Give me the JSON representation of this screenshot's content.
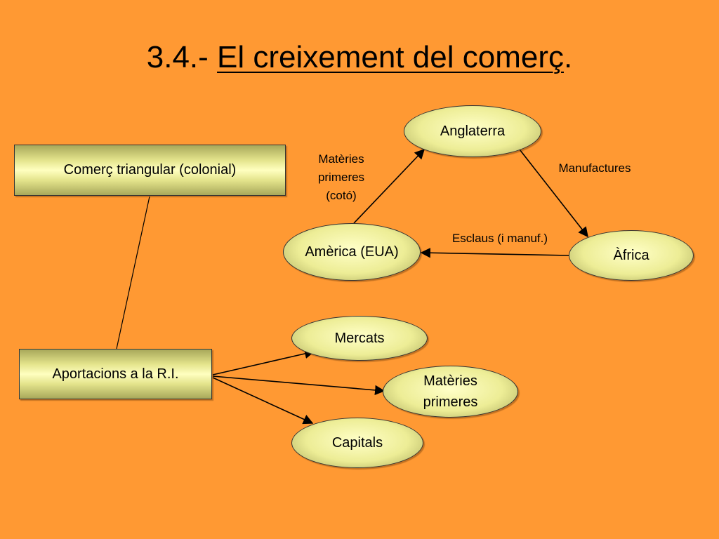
{
  "title": {
    "prefix": "3.4.- ",
    "main": "El creixement del comerç",
    "suffix": "."
  },
  "nodes": {
    "comerc_triangular": "Comerç triangular (colonial)",
    "aportacions": "Aportacions a la R.I.",
    "anglaterra": "Anglaterra",
    "america": "Amèrica (EUA)",
    "africa": "Àfrica",
    "mercats": "Mercats",
    "materies_primeres": "Matèries primeres",
    "capitals": "Capitals"
  },
  "edge_labels": {
    "materies_primeres_coto": "Matèries primeres (cotó)",
    "manufactures": "Manufactures",
    "esclaus": "Esclaus (i manuf.)"
  }
}
